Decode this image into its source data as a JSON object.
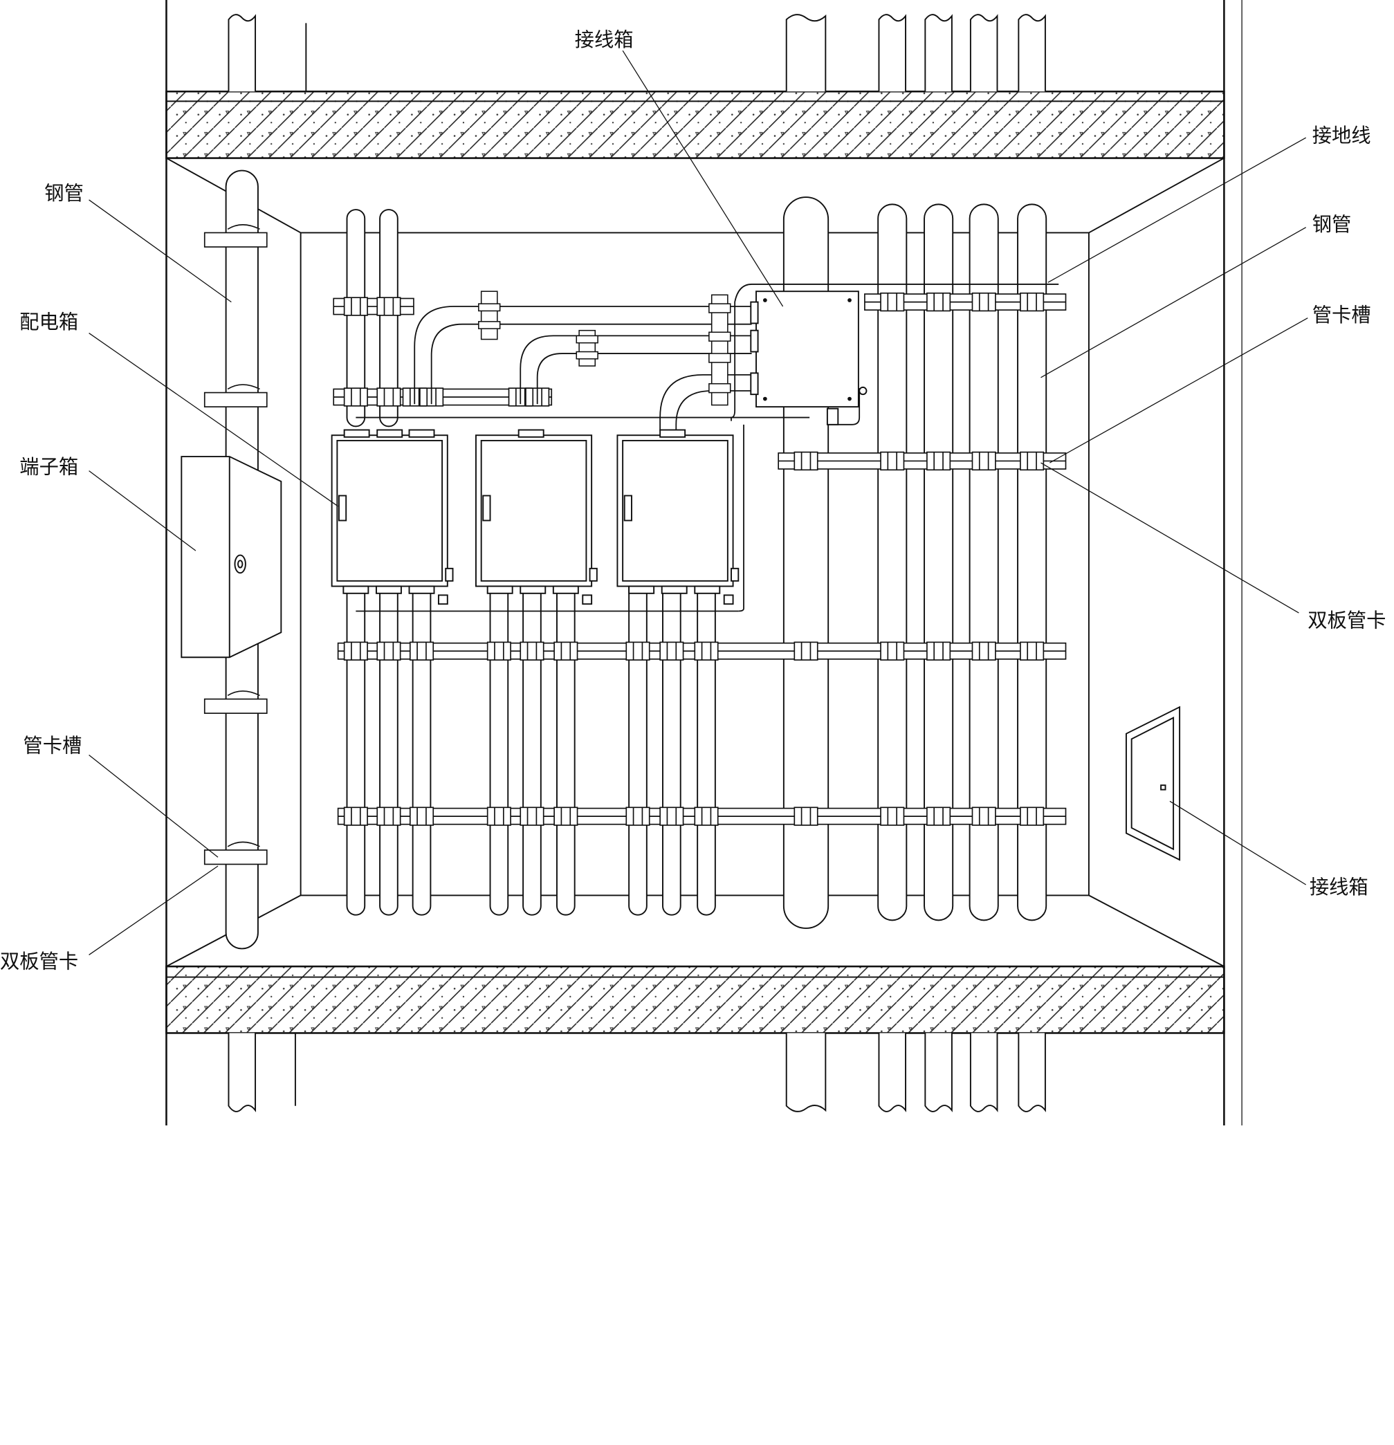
{
  "labels": {
    "top_junction_box": "接线箱",
    "ground_wire": "接地线",
    "steel_pipe_right": "钢管",
    "pipe_clamp_slot_right": "管卡槽",
    "double_plate_clamp_right": "双板管卡",
    "junction_box_right": "接线箱",
    "steel_pipe_left": "钢管",
    "distribution_box": "配电箱",
    "terminal_box": "端子箱",
    "pipe_clamp_slot_left": "管卡槽",
    "double_plate_clamp_left": "双板管卡"
  }
}
